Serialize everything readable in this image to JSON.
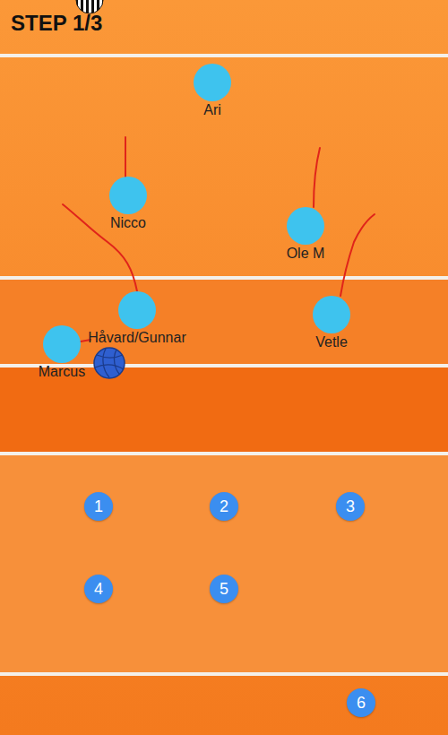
{
  "diagram": {
    "title": "STEP 1/3",
    "nodes": [
      {
        "text": [
          "Ari"
        ]
      },
      {
        "text": [
          "Nicco"
        ]
      },
      {
        "text": [
          "Ole M"
        ]
      },
      {
        "text": [
          "Håvard/Gunnar"
        ]
      },
      {
        "text": [
          "Vetle"
        ]
      },
      {
        "text": [
          "Marcus"
        ]
      },
      {
        "text": [
          "1"
        ]
      },
      {
        "text": [
          "2"
        ]
      },
      {
        "text": [
          "3"
        ]
      },
      {
        "text": [
          "4"
        ]
      },
      {
        "text": [
          "5"
        ]
      },
      {
        "text": [
          "6"
        ]
      }
    ]
  }
}
